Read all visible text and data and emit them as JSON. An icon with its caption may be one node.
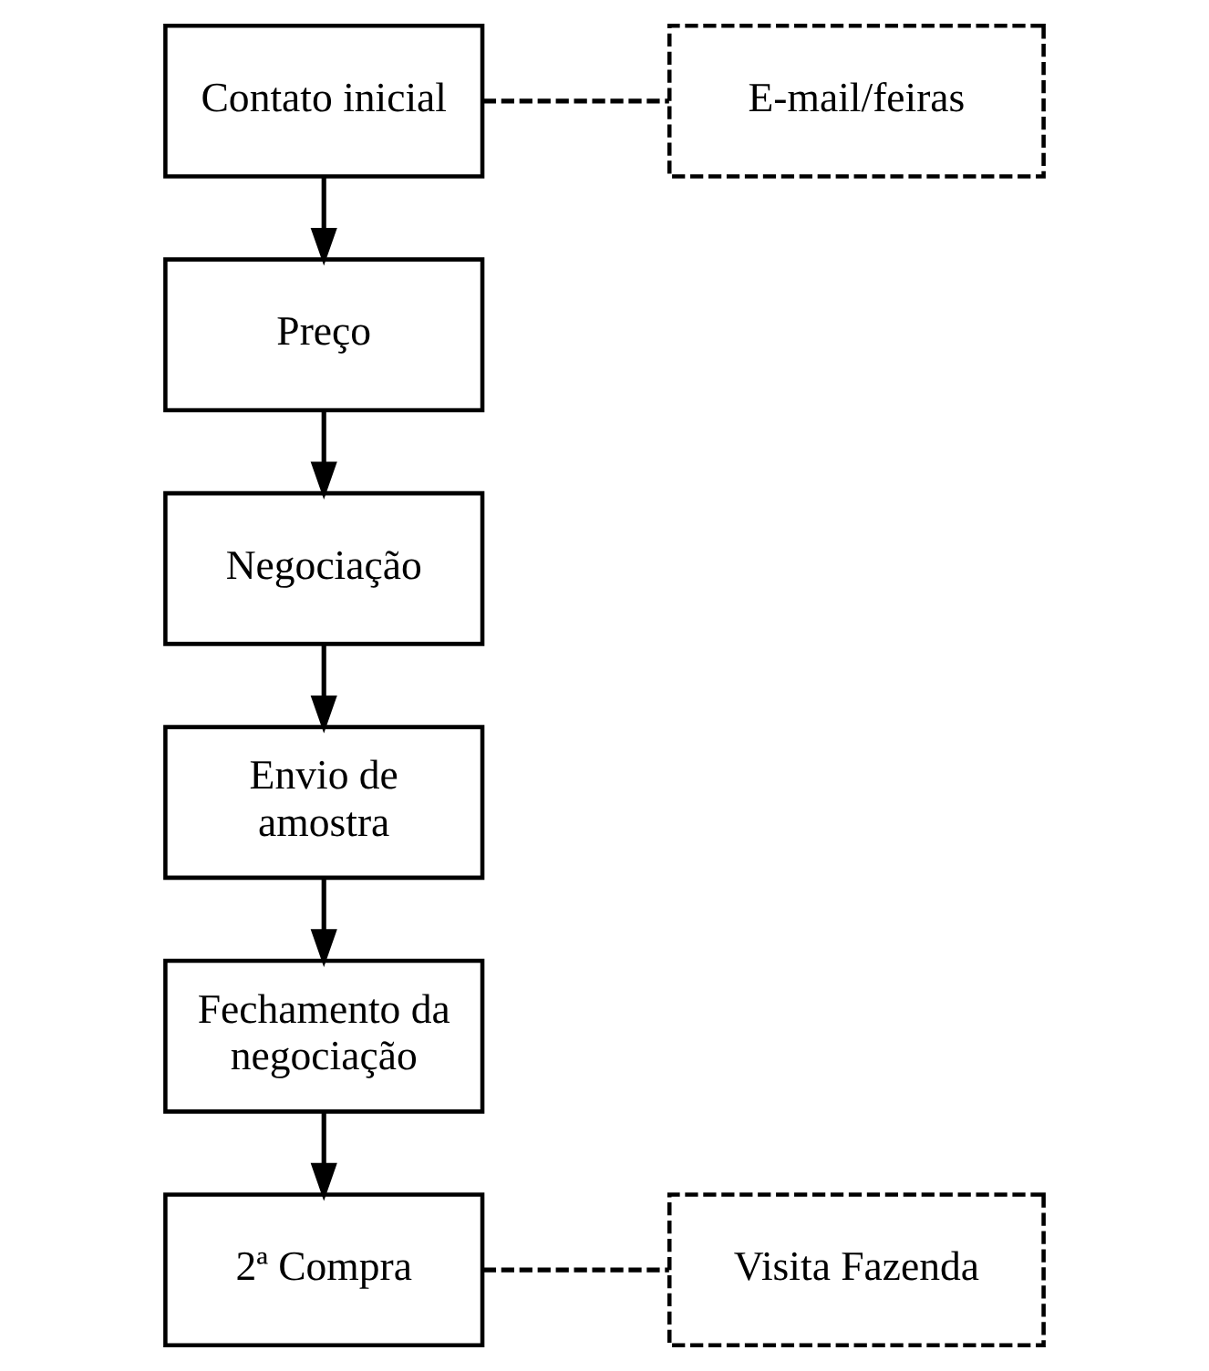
{
  "diagram": {
    "nodes": [
      {
        "text": [
          "Contato inicial"
        ]
      },
      {
        "text": [
          "E-mail/feiras"
        ]
      },
      {
        "text": [
          "Preço"
        ]
      },
      {
        "text": [
          "Negociação"
        ]
      },
      {
        "text": [
          "Envio de amostra"
        ]
      },
      {
        "text": [
          "Fechamento da negociação"
        ]
      },
      {
        "text": [
          "2ª Compra"
        ]
      },
      {
        "text": [
          "Visita Fazenda"
        ]
      }
    ],
    "edges": [
      {
        "from": 0,
        "to": 1,
        "arrow": "none",
        "style": "dashed"
      },
      {
        "from": 0,
        "to": 2,
        "arrow": "to"
      },
      {
        "from": 2,
        "to": 3,
        "arrow": "to"
      },
      {
        "from": 3,
        "to": 4,
        "arrow": "to"
      },
      {
        "from": 4,
        "to": 5,
        "arrow": "to"
      },
      {
        "from": 5,
        "to": 6,
        "arrow": "to"
      },
      {
        "from": 6,
        "to": 7,
        "arrow": "none",
        "style": "dashed"
      }
    ]
  }
}
